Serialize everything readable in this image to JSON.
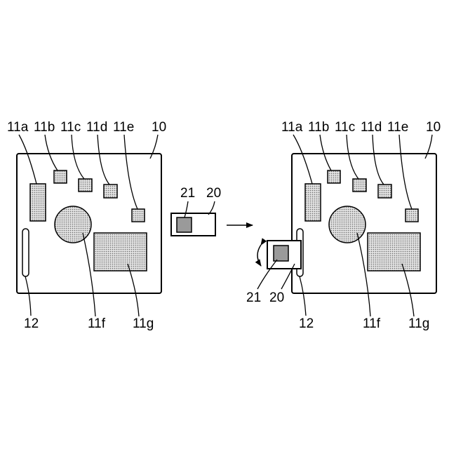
{
  "labels": {
    "board": "10",
    "chip_a": "11a",
    "chip_b": "11b",
    "chip_c": "11c",
    "chip_d": "11d",
    "chip_e": "11e",
    "chip_f": "11f",
    "chip_g": "11g",
    "slot": "12",
    "card": "20",
    "card_chip": "21"
  },
  "colors": {
    "line": "#000000",
    "card_chip_fill": "#9a9a9a",
    "dot_pattern": "#6f6f6f"
  }
}
